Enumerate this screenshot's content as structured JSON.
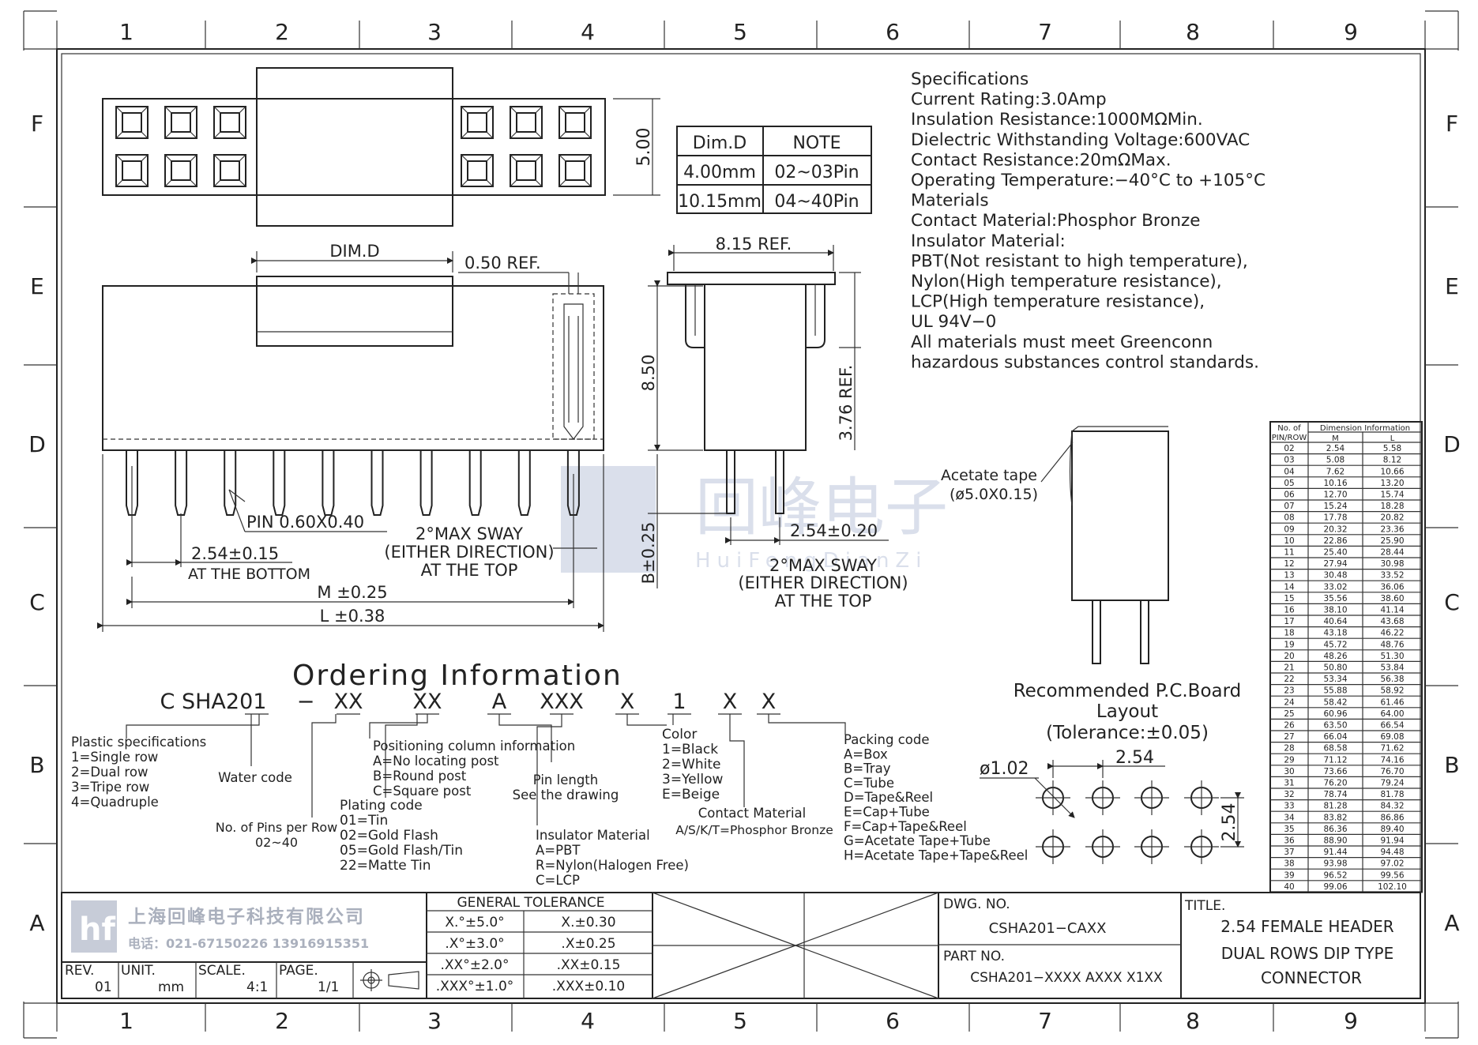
{
  "grid": {
    "columns": [
      "1",
      "2",
      "3",
      "4",
      "5",
      "6",
      "7",
      "8",
      "9"
    ],
    "rows": [
      "F",
      "E",
      "D",
      "C",
      "B",
      "A"
    ]
  },
  "dim_table": {
    "headers": [
      "Dim.D",
      "NOTE"
    ],
    "rows": [
      [
        "4.00mm",
        "02~03Pin"
      ],
      [
        "10.15mm",
        "04~40Pin"
      ]
    ]
  },
  "specs": [
    "Specifications",
    "Current  Rating:3.0Amp",
    "Insulation  Resistance:1000MΩMin.",
    "Dielectric  Withstanding  Voltage:600VAC",
    "Contact  Resistance:20mΩMax.",
    "Operating  Temperature:−40°C  to  +105°C",
    "Materials",
    "Contact  Material:Phosphor  Bronze",
    "Insulator  Material:",
    "PBT(Not  resistant  to  high  temperature),",
    "Nylon(High  temperature  resistance),",
    "LCP(High  temperature  resistance),",
    "UL  94V−0",
    "All  materials  must  meet  Greenconn",
    "hazardous  substances  control  standards."
  ],
  "dims": {
    "top_height": "5.00",
    "dim_d": "DIM.D",
    "ref_050": "0.50  REF.",
    "ref_815": "8.15  REF.",
    "h_850": "8.50",
    "ref_376": "3.76  REF.",
    "pin_size": "PIN  0.60X0.40",
    "pitch_bottom": "2.54±0.15",
    "at_bottom": "AT THE BOTTOM",
    "sway1": "2°MAX  SWAY",
    "sway2": "(EITHER  DIRECTION)",
    "sway3": "AT  THE  TOP",
    "m": "M  ±0.25",
    "l": "L  ±0.38",
    "b": "B±0.25",
    "side_pitch": "2.54±0.20"
  },
  "acetate": {
    "label": "Acetate  tape",
    "size": "(ø5.0X0.15)"
  },
  "pcb": {
    "title1": "Recommended  P.C.Board",
    "title2": "Layout",
    "tol": "(Tolerance:±0.05)",
    "hole": "ø1.02",
    "pitch_h": "2.54",
    "pitch_v": "2.54"
  },
  "ordering": {
    "title": "Ordering  Information",
    "code": [
      "C  SHA201",
      "−",
      "XX",
      "XX",
      "A",
      "XXX",
      "X",
      "1",
      "X",
      "X"
    ],
    "plastic": [
      "Plastic  specifications",
      "1=Single  row",
      "2=Dual  row",
      "3=Tripe  row",
      "4=Quadruple"
    ],
    "water": "Water  code",
    "pins": [
      "No.  of  Pins  per  Row",
      "02~40"
    ],
    "positioning": [
      "Positioning  column  information",
      "A=No  locating  post",
      "B=Round  post",
      "C=Square  post"
    ],
    "plating": [
      "Plating  code",
      "01=Tin",
      "02=Gold  Flash",
      "05=Gold  Flash/Tin",
      "22=Matte  Tin"
    ],
    "pin_length": [
      "Pin  length",
      "See  the  drawing"
    ],
    "insulator": [
      "Insulator  Material",
      "A=PBT",
      "R=Nylon(Halogen  Free)",
      "C=LCP"
    ],
    "color": [
      "Color",
      "1=Black",
      "2=White",
      "3=Yellow",
      "E=Beige"
    ],
    "contact": [
      "Contact  Material",
      "A/S/K/T=Phosphor  Bronze"
    ],
    "packing": [
      "Packing  code",
      "A=Box",
      "B=Tray",
      "C=Tube",
      "D=Tape&Reel",
      "E=Cap+Tube",
      "F=Cap+Tape&Reel",
      "G=Acetate  Tape+Tube",
      "H=Acetate  Tape+Tape&Reel"
    ]
  },
  "dim_info": {
    "head1": "No.  of",
    "head2": "PIN/ROW",
    "head3": "Dimension  Information",
    "col_m": "M",
    "col_l": "L",
    "rows": [
      [
        "02",
        "2.54",
        "5.58"
      ],
      [
        "03",
        "5.08",
        "8.12"
      ],
      [
        "04",
        "7.62",
        "10.66"
      ],
      [
        "05",
        "10.16",
        "13.20"
      ],
      [
        "06",
        "12.70",
        "15.74"
      ],
      [
        "07",
        "15.24",
        "18.28"
      ],
      [
        "08",
        "17.78",
        "20.82"
      ],
      [
        "09",
        "20.32",
        "23.36"
      ],
      [
        "10",
        "22.86",
        "25.90"
      ],
      [
        "11",
        "25.40",
        "28.44"
      ],
      [
        "12",
        "27.94",
        "30.98"
      ],
      [
        "13",
        "30.48",
        "33.52"
      ],
      [
        "14",
        "33.02",
        "36.06"
      ],
      [
        "15",
        "35.56",
        "38.60"
      ],
      [
        "16",
        "38.10",
        "41.14"
      ],
      [
        "17",
        "40.64",
        "43.68"
      ],
      [
        "18",
        "43.18",
        "46.22"
      ],
      [
        "19",
        "45.72",
        "48.76"
      ],
      [
        "20",
        "48.26",
        "51.30"
      ],
      [
        "21",
        "50.80",
        "53.84"
      ],
      [
        "22",
        "53.34",
        "56.38"
      ],
      [
        "23",
        "55.88",
        "58.92"
      ],
      [
        "24",
        "58.42",
        "61.46"
      ],
      [
        "25",
        "60.96",
        "64.00"
      ],
      [
        "26",
        "63.50",
        "66.54"
      ],
      [
        "27",
        "66.04",
        "69.08"
      ],
      [
        "28",
        "68.58",
        "71.62"
      ],
      [
        "29",
        "71.12",
        "74.16"
      ],
      [
        "30",
        "73.66",
        "76.70"
      ],
      [
        "31",
        "76.20",
        "79.24"
      ],
      [
        "32",
        "78.74",
        "81.78"
      ],
      [
        "33",
        "81.28",
        "84.32"
      ],
      [
        "34",
        "83.82",
        "86.86"
      ],
      [
        "35",
        "86.36",
        "89.40"
      ],
      [
        "36",
        "88.90",
        "91.94"
      ],
      [
        "37",
        "91.44",
        "94.48"
      ],
      [
        "38",
        "93.98",
        "97.02"
      ],
      [
        "39",
        "96.52",
        "99.56"
      ],
      [
        "40",
        "99.06",
        "102.10"
      ]
    ]
  },
  "watermark": {
    "cn": "回峰电子",
    "en": "HuiFengDianZi"
  },
  "title_block": {
    "company_cn": "上海回峰电子科技有限公司",
    "phone": "电话：021-67150226  13916915351",
    "rev_label": "REV.",
    "rev": "01",
    "unit_label": "UNIT.",
    "unit": "mm",
    "scale_label": "SCALE.",
    "scale": "4:1",
    "page_label": "PAGE.",
    "page": "1/1",
    "tol_title": "GENERAL  TOLERANCE",
    "tol_rows": [
      [
        "X.°±5.0°",
        "X.±0.30"
      ],
      [
        ".X°±3.0°",
        ".X±0.25"
      ],
      [
        ".XX°±2.0°",
        ".XX±0.15"
      ],
      [
        ".XXX°±1.0°",
        ".XXX±0.10"
      ]
    ],
    "dwg_label": "DWG.  NO.",
    "dwg": "CSHA201−CAXX",
    "part_label": "PART  NO.",
    "part": "CSHA201−XXXX  AXXX  X1XX",
    "title_label": "TITLE.",
    "title_lines": [
      "2.54  FEMALE  HEADER",
      "DUAL  ROWS  DIP  TYPE",
      "CONNECTOR"
    ]
  }
}
